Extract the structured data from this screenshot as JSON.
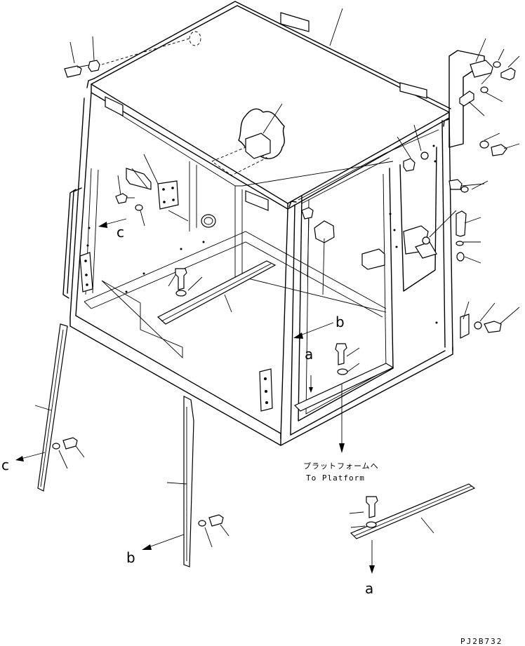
{
  "labels": {
    "a_top": "a",
    "a_bottom": "a",
    "b_right": "b",
    "b_bottom": "b",
    "c_left": "c",
    "c_bottom_left": "c"
  },
  "note": {
    "japanese": "プラットフォームへ",
    "english": "To Platform"
  },
  "drawing_code": "PJ2B732"
}
